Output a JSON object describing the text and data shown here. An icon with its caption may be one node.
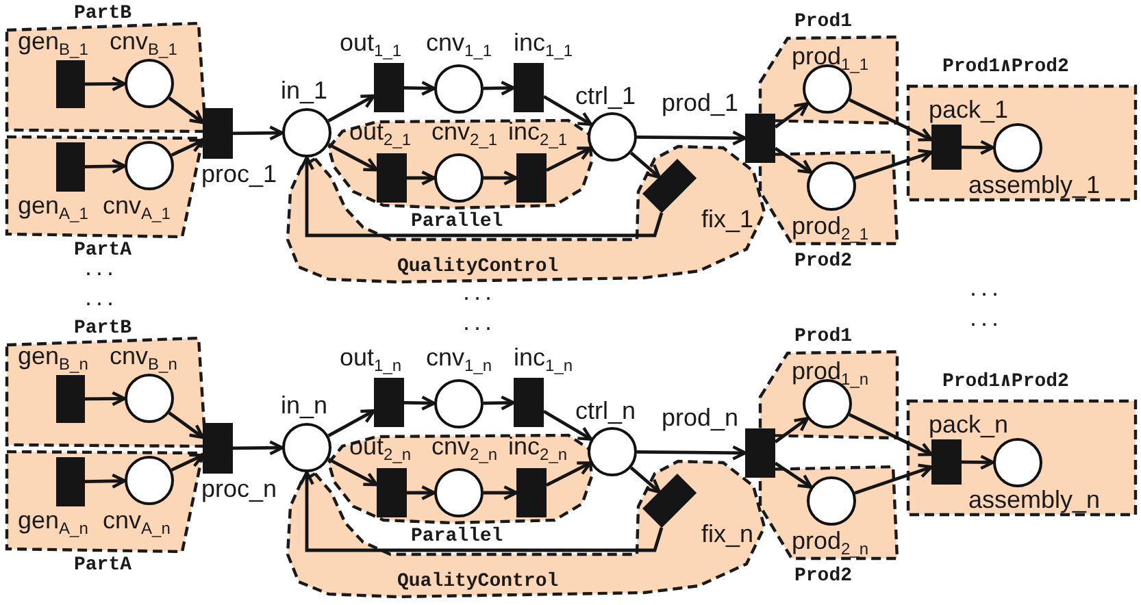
{
  "diagram": {
    "nodes": [
      {
        "text": [
          "PartB"
        ]
      },
      {
        "text": [],
        "shape": "bar",
        "in": 0,
        "beside": [
          "gen$_{B_1}$"
        ]
      },
      {
        "text": [],
        "shape": "circle",
        "in": 0,
        "beside": [
          "cnv$_{B_1}$"
        ]
      },
      {
        "text": [
          "PartA"
        ]
      },
      {
        "text": [],
        "shape": "bar",
        "in": 3,
        "beside": [
          "gen$_{A_1}$"
        ]
      },
      {
        "text": [],
        "shape": "circle",
        "in": 3,
        "beside": [
          "cnv$_{A_1}$"
        ]
      },
      {
        "text": [],
        "shape": "bar",
        "beside": [
          "proc_1"
        ]
      },
      {
        "text": [],
        "shape": "circle",
        "beside": [
          "in_1"
        ]
      },
      {
        "text": [],
        "shape": "bar",
        "beside": [
          "out$_{1_1}$"
        ]
      },
      {
        "text": [],
        "shape": "circle",
        "beside": [
          "cnv$_{1_1}$"
        ]
      },
      {
        "text": [],
        "shape": "bar",
        "beside": [
          "inc$_{1_1}$"
        ]
      },
      {
        "text": [
          "Parallel"
        ]
      },
      {
        "text": [],
        "shape": "bar",
        "in": 11,
        "beside": [
          "out$_{2_1}$"
        ]
      },
      {
        "text": [],
        "shape": "circle",
        "in": 11,
        "beside": [
          "cnv$_{2_1}$"
        ]
      },
      {
        "text": [],
        "shape": "bar",
        "in": 11,
        "beside": [
          "inc$_{2_1}$"
        ]
      },
      {
        "text": [],
        "shape": "circle",
        "beside": [
          "ctrl_1"
        ]
      },
      {
        "text": [
          "QualityControl"
        ]
      },
      {
        "text": [],
        "shape": "bar",
        "in": 16,
        "beside": [
          "fix_1"
        ]
      },
      {
        "text": [],
        "shape": "bar",
        "beside": [
          "prod_1"
        ]
      },
      {
        "text": [
          "Prod1"
        ]
      },
      {
        "text": [],
        "shape": "circle",
        "in": 19,
        "beside": [
          "prod$_{1_1}$"
        ]
      },
      {
        "text": [
          "Prod2"
        ]
      },
      {
        "text": [],
        "shape": "circle",
        "in": 21,
        "beside": [
          "prod$_{2_1}$"
        ]
      },
      {
        "text": [
          "Prod1∧Prod2"
        ]
      },
      {
        "text": [],
        "shape": "bar",
        "in": 23,
        "beside": [
          "pack_1"
        ]
      },
      {
        "text": [],
        "shape": "circle",
        "in": 23,
        "beside": [
          "assembly_1"
        ]
      },
      {
        "text": [
          "PartB"
        ]
      },
      {
        "text": [],
        "shape": "bar",
        "in": 26,
        "beside": [
          "gen$_{B_n}$"
        ]
      },
      {
        "text": [],
        "shape": "circle",
        "in": 26,
        "beside": [
          "cnv$_{B_n}$"
        ]
      },
      {
        "text": [
          "PartA"
        ]
      },
      {
        "text": [],
        "shape": "bar",
        "in": 29,
        "beside": [
          "gen$_{A_n}$"
        ]
      },
      {
        "text": [],
        "shape": "circle",
        "in": 29,
        "beside": [
          "cnv$_{A_n}$"
        ]
      },
      {
        "text": [],
        "shape": "bar",
        "beside": [
          "proc_n"
        ]
      },
      {
        "text": [],
        "shape": "circle",
        "beside": [
          "in_n"
        ]
      },
      {
        "text": [],
        "shape": "bar",
        "beside": [
          "out$_{1_n}$"
        ]
      },
      {
        "text": [],
        "shape": "circle",
        "beside": [
          "cnv$_{1_n}$"
        ]
      },
      {
        "text": [],
        "shape": "bar",
        "beside": [
          "inc$_{1_n}$"
        ]
      },
      {
        "text": [
          "Parallel"
        ]
      },
      {
        "text": [],
        "shape": "bar",
        "in": 37,
        "beside": [
          "out$_{2_n}$"
        ]
      },
      {
        "text": [],
        "shape": "circle",
        "in": 37,
        "beside": [
          "cnv$_{2_n}$"
        ]
      },
      {
        "text": [],
        "shape": "bar",
        "in": 37,
        "beside": [
          "inc$_{2_n}$"
        ]
      },
      {
        "text": [],
        "shape": "circle",
        "beside": [
          "ctrl_n"
        ]
      },
      {
        "text": [
          "QualityControl"
        ]
      },
      {
        "text": [],
        "shape": "bar",
        "in": 42,
        "beside": [
          "fix_n"
        ]
      },
      {
        "text": [],
        "shape": "bar",
        "beside": [
          "prod_n"
        ]
      },
      {
        "text": [
          "Prod1"
        ]
      },
      {
        "text": [],
        "shape": "circle",
        "in": 45,
        "beside": [
          "prod$_{1_n}$"
        ]
      },
      {
        "text": [
          "Prod2"
        ]
      },
      {
        "text": [],
        "shape": "circle",
        "in": 47,
        "beside": [
          "prod$_{2_n}$"
        ]
      },
      {
        "text": [
          "Prod1∧Prod2"
        ]
      },
      {
        "text": [],
        "shape": "bar",
        "in": 49,
        "beside": [
          "pack_n"
        ]
      },
      {
        "text": [],
        "shape": "circle",
        "in": 49,
        "beside": [
          "assembly_n"
        ]
      }
    ],
    "edges": [
      {
        "from": 1,
        "to": 2,
        "arrow": "to"
      },
      {
        "from": 2,
        "to": 6,
        "arrow": "to"
      },
      {
        "from": 4,
        "to": 5,
        "arrow": "to"
      },
      {
        "from": 5,
        "to": 6,
        "arrow": "to"
      },
      {
        "from": 6,
        "to": 7,
        "arrow": "to"
      },
      {
        "from": 7,
        "to": 8,
        "arrow": "to"
      },
      {
        "from": 8,
        "to": 9,
        "arrow": "to"
      },
      {
        "from": 9,
        "to": 10,
        "arrow": "to"
      },
      {
        "from": 10,
        "to": 15,
        "arrow": "to"
      },
      {
        "from": 7,
        "to": 12,
        "arrow": "to"
      },
      {
        "from": 12,
        "to": 13,
        "arrow": "to"
      },
      {
        "from": 13,
        "to": 14,
        "arrow": "to"
      },
      {
        "from": 14,
        "to": 15,
        "arrow": "to"
      },
      {
        "from": 15,
        "to": 18,
        "arrow": "to"
      },
      {
        "from": 15,
        "to": 17,
        "arrow": "to"
      },
      {
        "from": 17,
        "to": 7,
        "arrow": "to"
      },
      {
        "from": 18,
        "to": 20,
        "arrow": "to"
      },
      {
        "from": 18,
        "to": 22,
        "arrow": "to"
      },
      {
        "from": 20,
        "to": 24,
        "arrow": "to"
      },
      {
        "from": 22,
        "to": 24,
        "arrow": "to"
      },
      {
        "from": 24,
        "to": 25,
        "arrow": "to"
      },
      {
        "from": 27,
        "to": 28,
        "arrow": "to"
      },
      {
        "from": 28,
        "to": 32,
        "arrow": "to"
      },
      {
        "from": 30,
        "to": 31,
        "arrow": "to"
      },
      {
        "from": 31,
        "to": 32,
        "arrow": "to"
      },
      {
        "from": 32,
        "to": 33,
        "arrow": "to"
      },
      {
        "from": 33,
        "to": 34,
        "arrow": "to"
      },
      {
        "from": 34,
        "to": 35,
        "arrow": "to"
      },
      {
        "from": 35,
        "to": 36,
        "arrow": "to"
      },
      {
        "from": 36,
        "to": 41,
        "arrow": "to"
      },
      {
        "from": 33,
        "to": 38,
        "arrow": "to"
      },
      {
        "from": 38,
        "to": 39,
        "arrow": "to"
      },
      {
        "from": 39,
        "to": 40,
        "arrow": "to"
      },
      {
        "from": 40,
        "to": 41,
        "arrow": "to"
      },
      {
        "from": 41,
        "to": 44,
        "arrow": "to"
      },
      {
        "from": 41,
        "to": 43,
        "arrow": "to"
      },
      {
        "from": 43,
        "to": 33,
        "arrow": "to"
      },
      {
        "from": 44,
        "to": 46,
        "arrow": "to"
      },
      {
        "from": 44,
        "to": 48,
        "arrow": "to"
      },
      {
        "from": 46,
        "to": 50,
        "arrow": "to"
      },
      {
        "from": 48,
        "to": 50,
        "arrow": "to"
      },
      {
        "from": 50,
        "to": 51,
        "arrow": "to"
      }
    ],
    "labels": [
      "...",
      "...",
      "...",
      "...",
      "...",
      "..."
    ]
  }
}
